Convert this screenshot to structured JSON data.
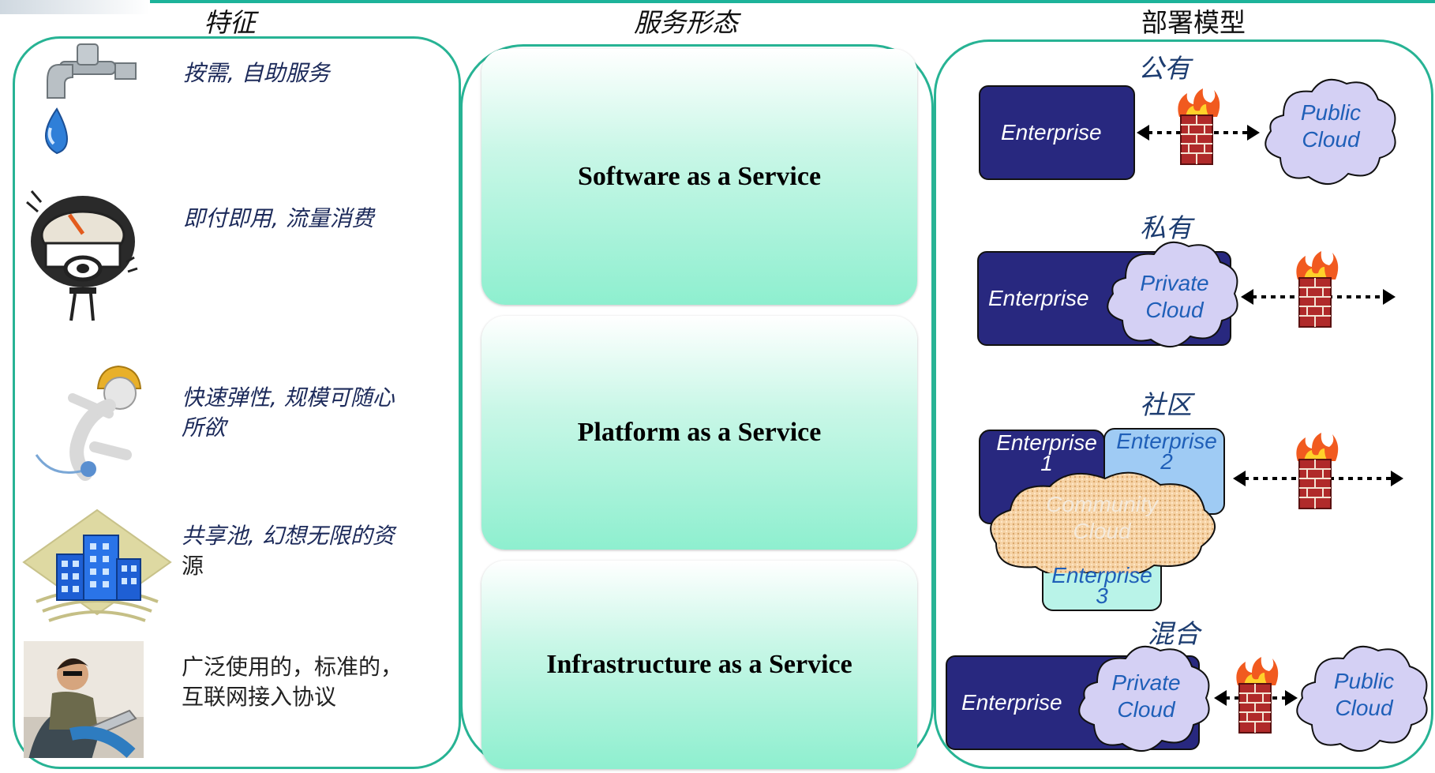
{
  "headers": {
    "features": "特征",
    "service_models": "服务形态",
    "deployment_models": "部署模型"
  },
  "features": [
    {
      "icon": "water-tap-icon",
      "text": "按需, 自助服务"
    },
    {
      "icon": "meter-gauge-icon",
      "text": "即付即用, 流量消费"
    },
    {
      "icon": "jumping-figure-icon",
      "line1": "快速弹性, 规模可随心",
      "line2": "所欲"
    },
    {
      "icon": "buildings-pool-icon",
      "line1": "共享池, 幻想无限的资",
      "line2": "源"
    },
    {
      "icon": "laptop-user-icon",
      "line1": "广泛使用的，标准的，",
      "line2": "互联网接入协议"
    }
  ],
  "services": [
    {
      "label": "Software as a Service"
    },
    {
      "label": "Platform as a Service"
    },
    {
      "label": "Infrastructure as a Service"
    }
  ],
  "deployment": {
    "public": {
      "title": "公有",
      "enterprise": "Enterprise",
      "cloud_line1": "Public",
      "cloud_line2": "Cloud"
    },
    "private": {
      "title": "私有",
      "enterprise": "Enterprise",
      "cloud_line1": "Private",
      "cloud_line2": "Cloud"
    },
    "community": {
      "title": "社区",
      "ent1_line1": "Enterprise",
      "ent1_line2": "1",
      "ent2_line1": "Enterprise",
      "ent2_line2": "2",
      "ent3_line1": "Enterprise",
      "ent3_line2": "3",
      "cloud_line1": "Community",
      "cloud_line2": "Cloud"
    },
    "hybrid": {
      "title": "混合",
      "enterprise": "Enterprise",
      "private_line1": "Private",
      "private_line2": "Cloud",
      "public_line1": "Public",
      "public_line2": "Cloud"
    }
  },
  "colors": {
    "accent": "#27b394",
    "enterprise": "#28287f",
    "cloud": "#d4d0f4",
    "community_cloud": "#f6d3a6",
    "firewall": "#b02a2a"
  }
}
